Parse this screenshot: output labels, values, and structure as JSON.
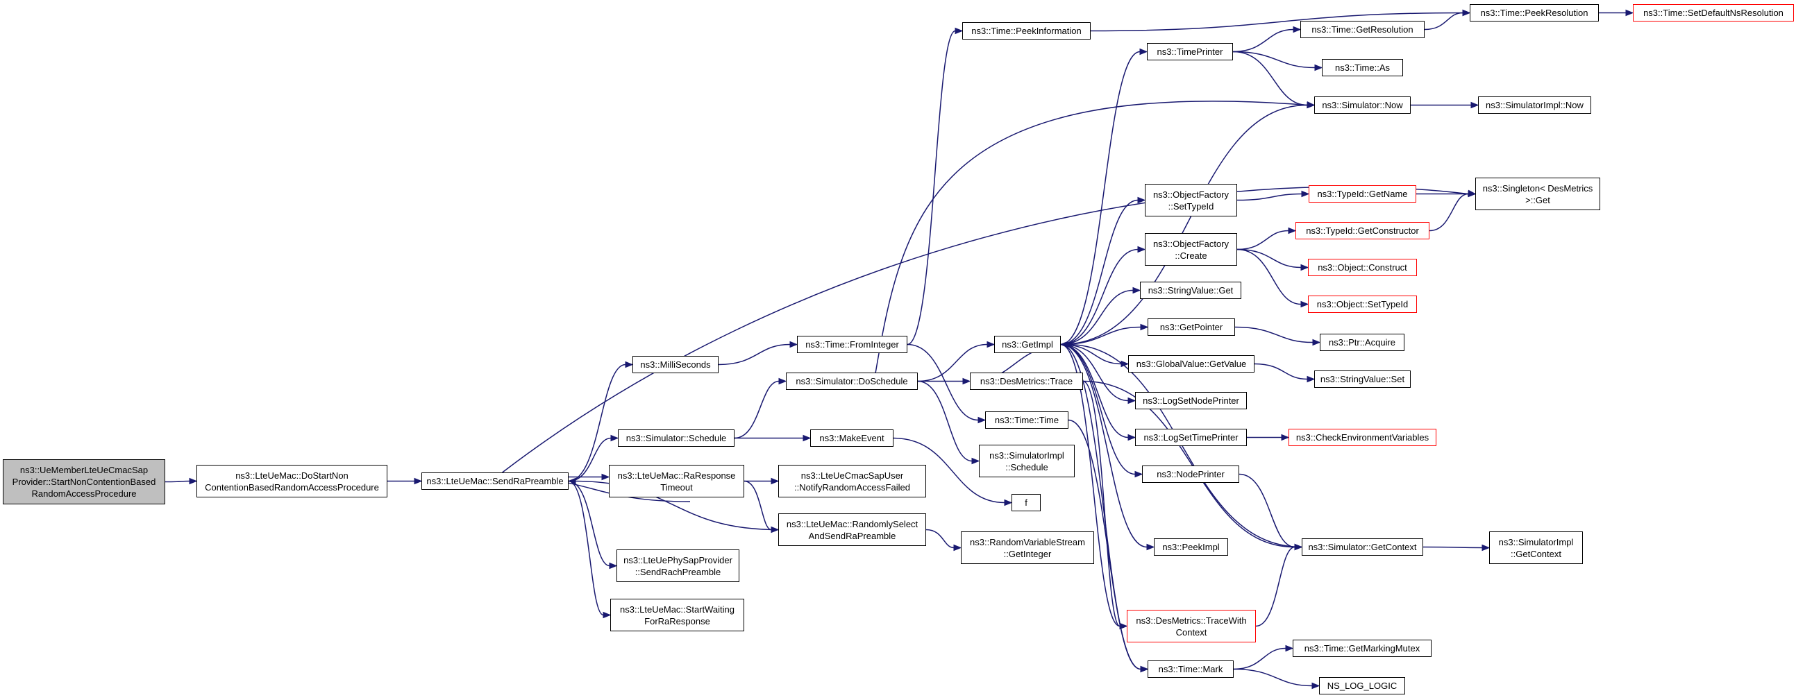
{
  "colors": {
    "edge": "#191970",
    "root_fill": "#bfbfbf",
    "truncated_border": "#ff0000",
    "node_border": "#000000"
  },
  "nodes": [
    {
      "id": "root",
      "lines": [
        "ns3::UeMemberLteUeCmacSap",
        "Provider::StartNonContentionBased",
        "RandomAccessProcedure"
      ],
      "style": "root"
    },
    {
      "id": "doStartNon",
      "lines": [
        "ns3::LteUeMac::DoStartNon",
        "ContentionBasedRandomAccessProcedure"
      ],
      "style": "normal"
    },
    {
      "id": "sendRaPreamble",
      "lines": [
        "ns3::LteUeMac::SendRaPreamble"
      ],
      "style": "normal"
    },
    {
      "id": "milliSeconds",
      "lines": [
        "ns3::MilliSeconds"
      ],
      "style": "normal"
    },
    {
      "id": "simSchedule",
      "lines": [
        "ns3::Simulator::Schedule"
      ],
      "style": "normal"
    },
    {
      "id": "raResponseTimeout",
      "lines": [
        "ns3::LteUeMac::RaResponse",
        "Timeout"
      ],
      "style": "normal"
    },
    {
      "id": "sendRachPreamble",
      "lines": [
        "ns3::LteUePhySapProvider",
        "::SendRachPreamble"
      ],
      "style": "normal"
    },
    {
      "id": "startWaiting",
      "lines": [
        "ns3::LteUeMac::StartWaiting",
        "ForRaResponse"
      ],
      "style": "normal"
    },
    {
      "id": "fromInteger",
      "lines": [
        "ns3::Time::FromInteger"
      ],
      "style": "normal"
    },
    {
      "id": "doSchedule",
      "lines": [
        "ns3::Simulator::DoSchedule"
      ],
      "style": "normal"
    },
    {
      "id": "makeEvent",
      "lines": [
        "ns3::MakeEvent"
      ],
      "style": "normal"
    },
    {
      "id": "notifyRaFailed",
      "lines": [
        "ns3::LteUeCmacSapUser",
        "::NotifyRandomAccessFailed"
      ],
      "style": "normal"
    },
    {
      "id": "randomlySelect",
      "lines": [
        "ns3::LteUeMac::RandomlySelect",
        "AndSendRaPreamble"
      ],
      "style": "normal"
    },
    {
      "id": "peekInformation",
      "lines": [
        "ns3::Time::PeekInformation"
      ],
      "style": "normal"
    },
    {
      "id": "getImpl",
      "lines": [
        "ns3::GetImpl"
      ],
      "style": "normal"
    },
    {
      "id": "desTrace",
      "lines": [
        "ns3::DesMetrics::Trace"
      ],
      "style": "normal"
    },
    {
      "id": "timeTime",
      "lines": [
        "ns3::Time::Time"
      ],
      "style": "normal"
    },
    {
      "id": "simImplSchedule",
      "lines": [
        "ns3::SimulatorImpl",
        "::Schedule"
      ],
      "style": "normal"
    },
    {
      "id": "fNode",
      "lines": [
        "f"
      ],
      "style": "normal"
    },
    {
      "id": "rvsGetInteger",
      "lines": [
        "ns3::RandomVariableStream",
        "::GetInteger"
      ],
      "style": "normal"
    },
    {
      "id": "timePrinter",
      "lines": [
        "ns3::TimePrinter"
      ],
      "style": "normal"
    },
    {
      "id": "ofSetTypeId",
      "lines": [
        "ns3::ObjectFactory",
        "::SetTypeId"
      ],
      "style": "normal"
    },
    {
      "id": "ofCreate",
      "lines": [
        "ns3::ObjectFactory",
        "::Create"
      ],
      "style": "normal"
    },
    {
      "id": "stringValueGet",
      "lines": [
        "ns3::StringValue::Get"
      ],
      "style": "normal"
    },
    {
      "id": "getPointer",
      "lines": [
        "ns3::GetPointer"
      ],
      "style": "normal"
    },
    {
      "id": "globalValueGet",
      "lines": [
        "ns3::GlobalValue::GetValue"
      ],
      "style": "normal"
    },
    {
      "id": "logSetNodePrinter",
      "lines": [
        "ns3::LogSetNodePrinter"
      ],
      "style": "normal"
    },
    {
      "id": "logSetTimePrinter",
      "lines": [
        "ns3::LogSetTimePrinter"
      ],
      "style": "normal"
    },
    {
      "id": "nodePrinter",
      "lines": [
        "ns3::NodePrinter"
      ],
      "style": "normal"
    },
    {
      "id": "peekImpl",
      "lines": [
        "ns3::PeekImpl"
      ],
      "style": "normal"
    },
    {
      "id": "traceWithContext",
      "lines": [
        "ns3::DesMetrics::TraceWith",
        "Context"
      ],
      "style": "red"
    },
    {
      "id": "timeMark",
      "lines": [
        "ns3::Time::Mark"
      ],
      "style": "normal"
    },
    {
      "id": "getResolution",
      "lines": [
        "ns3::Time::GetResolution"
      ],
      "style": "normal"
    },
    {
      "id": "timeAs",
      "lines": [
        "ns3::Time::As"
      ],
      "style": "normal"
    },
    {
      "id": "simNow",
      "lines": [
        "ns3::Simulator::Now"
      ],
      "style": "normal"
    },
    {
      "id": "typeIdGetName",
      "lines": [
        "ns3::TypeId::GetName"
      ],
      "style": "red"
    },
    {
      "id": "typeIdGetConstructor",
      "lines": [
        "ns3::TypeId::GetConstructor"
      ],
      "style": "red"
    },
    {
      "id": "objectConstruct",
      "lines": [
        "ns3::Object::Construct"
      ],
      "style": "red"
    },
    {
      "id": "objectSetTypeId",
      "lines": [
        "ns3::Object::SetTypeId"
      ],
      "style": "red"
    },
    {
      "id": "ptrAcquire",
      "lines": [
        "ns3::Ptr::Acquire"
      ],
      "style": "normal"
    },
    {
      "id": "stringValueSet",
      "lines": [
        "ns3::StringValue::Set"
      ],
      "style": "normal"
    },
    {
      "id": "checkEnvVars",
      "lines": [
        "ns3::CheckEnvironmentVariables"
      ],
      "style": "red"
    },
    {
      "id": "simGetContext",
      "lines": [
        "ns3::Simulator::GetContext"
      ],
      "style": "normal"
    },
    {
      "id": "getMarkingMutex",
      "lines": [
        "ns3::Time::GetMarkingMutex"
      ],
      "style": "normal"
    },
    {
      "id": "nsLogLogic",
      "lines": [
        "NS_LOG_LOGIC"
      ],
      "style": "normal"
    },
    {
      "id": "peekResolution",
      "lines": [
        "ns3::Time::PeekResolution"
      ],
      "style": "normal"
    },
    {
      "id": "setDefaultNsRes",
      "lines": [
        "ns3::Time::SetDefaultNsResolution"
      ],
      "style": "red"
    },
    {
      "id": "simImplNow",
      "lines": [
        "ns3::SimulatorImpl::Now"
      ],
      "style": "normal"
    },
    {
      "id": "singletonGet",
      "lines": [
        "ns3::Singleton< DesMetrics",
        " >::Get"
      ],
      "style": "normal"
    },
    {
      "id": "simImplGetContext",
      "lines": [
        "ns3::SimulatorImpl",
        "::GetContext"
      ],
      "style": "normal"
    }
  ]
}
